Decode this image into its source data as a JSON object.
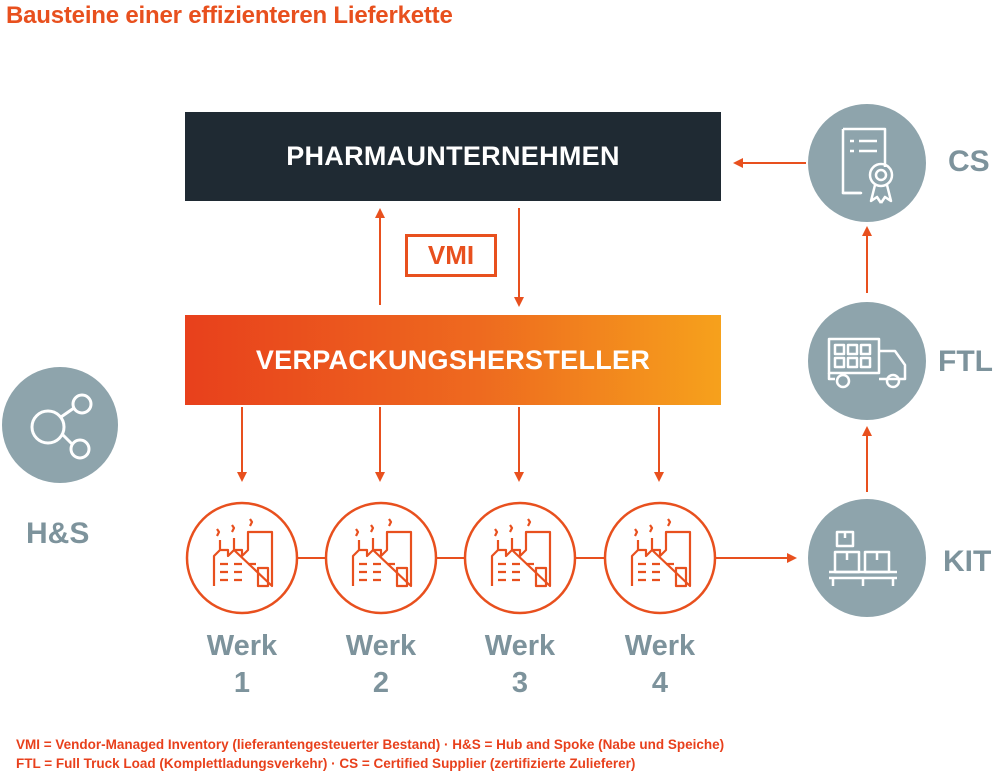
{
  "title": "Bausteine einer effizienteren Lieferkette",
  "boxes": {
    "pharma": "PHARMAUNTERNEHMEN",
    "verpackung": "VERPACKUNGSHERSTELLER",
    "vmi": "VMI"
  },
  "side": {
    "hs": "H&S",
    "cs": "CS",
    "ftl": "FTL",
    "kit": "KIT"
  },
  "werke": [
    {
      "word": "Werk",
      "num": "1"
    },
    {
      "word": "Werk",
      "num": "2"
    },
    {
      "word": "Werk",
      "num": "3"
    },
    {
      "word": "Werk",
      "num": "4"
    }
  ],
  "legend": {
    "line1": "VMI = Vendor-Managed Inventory (lieferantengesteuerter Bestand)  · H&S = Hub and Spoke (Nabe und Speiche)",
    "line2": "FTL = Full Truck Load (Komplettladungsverkehr) · CS = Certified Supplier (zertifizierte Zulieferer)"
  },
  "colors": {
    "orange": "#e8501e",
    "navy": "#1f2a33",
    "grey_circle": "#8ea4ac",
    "grey_text": "#7d939c"
  }
}
